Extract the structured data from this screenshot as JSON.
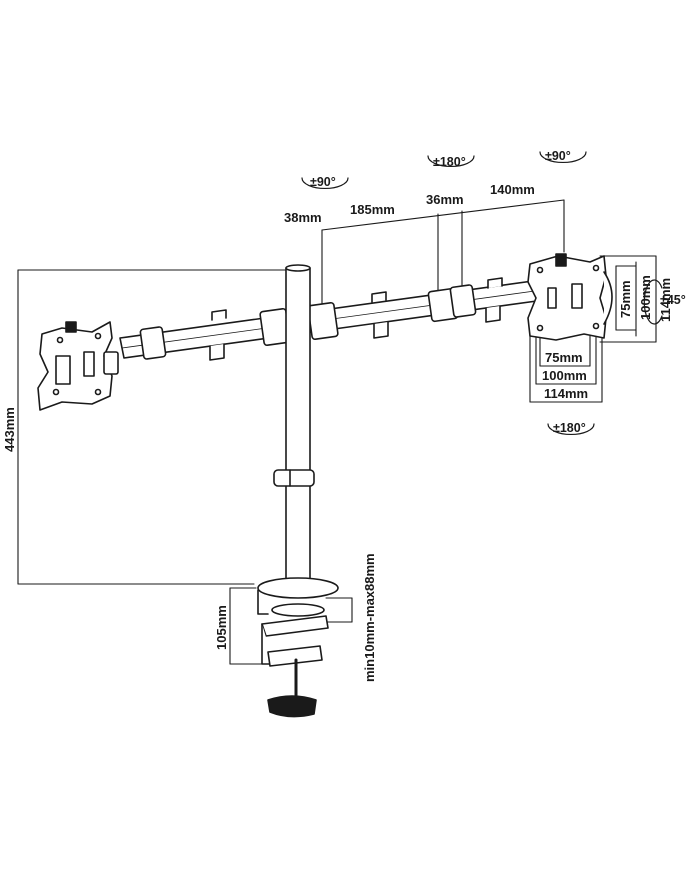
{
  "colors": {
    "line": "#1a1a1a",
    "dim": "#333333",
    "fill": "#ffffff"
  },
  "rotations": {
    "left_head_swivel": "±90°",
    "middle_swivel": "±180°",
    "right_head_swivel": "±90°",
    "right_rotation": "±180°",
    "tilt": "±45°"
  },
  "dimensions": {
    "pole_offset": "38mm",
    "arm_segment": "185mm",
    "joint_offset": "36mm",
    "head_arm": "140mm",
    "height": "443mm",
    "clamp_height": "105mm",
    "clamp_range": "min10mm-max88mm",
    "vesa_v1": "75mm",
    "vesa_v2": "100mm",
    "vesa_v3": "114mm",
    "vesa_h1": "75mm",
    "vesa_h2": "100mm",
    "vesa_h3": "114mm"
  }
}
